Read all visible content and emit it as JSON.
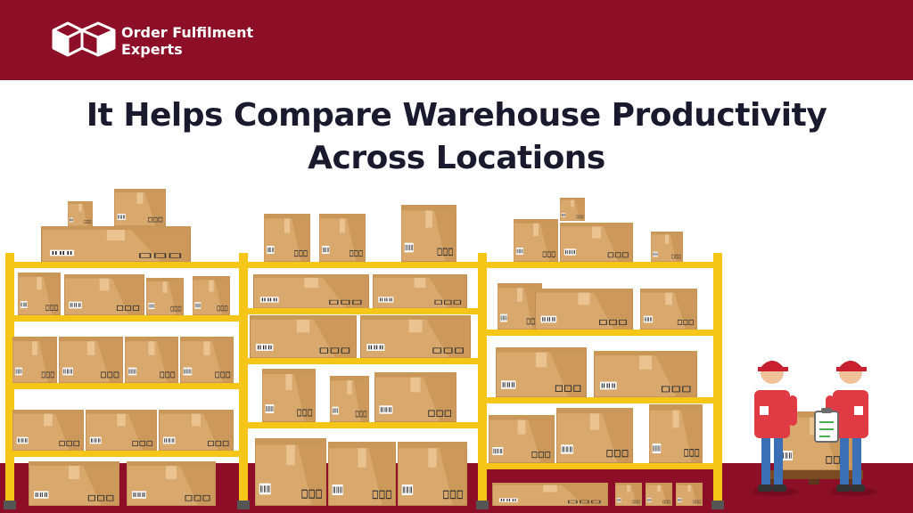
{
  "brand": {
    "name_line1": "Order Fulfilment",
    "name_line2": "Experts",
    "primary_color": "#8c0f27",
    "logo_icon": "boxes-logo-icon"
  },
  "headline": {
    "line1": "It Helps Compare Warehouse Productivity",
    "line2": "Across Locations"
  },
  "illustration": {
    "subject": "warehouse shelving with cardboard boxes and two workers",
    "rack_color": "#f5c518",
    "box_color": "#d9a86c",
    "worker_shirt_color": "#e03a45",
    "worker_pants_color": "#3b6fb6"
  }
}
